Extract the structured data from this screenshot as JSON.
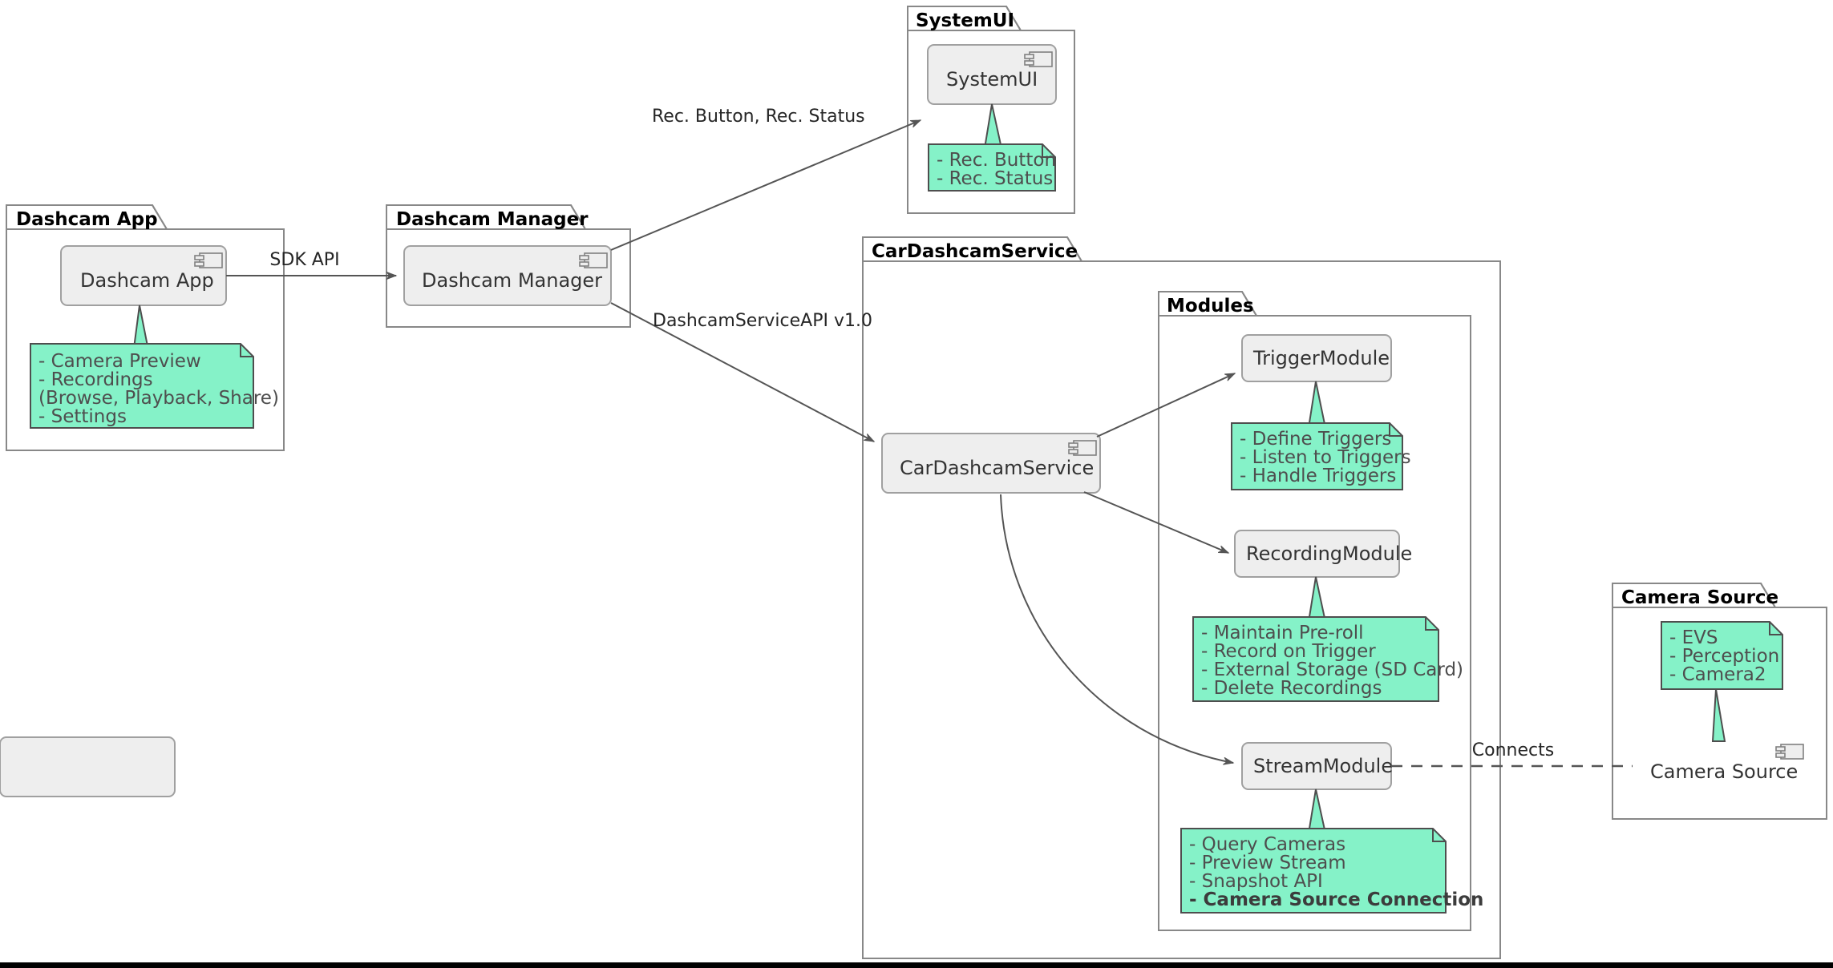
{
  "diagram": {
    "type": "uml-component-diagram",
    "background": "#FFFFFF",
    "colors": {
      "note_fill": "#85F2C8",
      "note_border": "#4E4E4E",
      "note_text": "#4E4E4E",
      "component_fill": "#EEEEEE",
      "component_border": "#A0A0A0",
      "component_text": "#333333",
      "package_border": "#888888",
      "package_title": "#000000",
      "edge_stroke": "#555555",
      "bottom_bar": "#000000"
    },
    "packages": [
      {
        "id": "pkg-dashcam-app",
        "title": "Dashcam App"
      },
      {
        "id": "pkg-dashcam-manager",
        "title": "Dashcam Manager"
      },
      {
        "id": "pkg-systemui",
        "title": "SystemUI"
      },
      {
        "id": "pkg-cardashcamservice",
        "title": "CarDashcamService"
      },
      {
        "id": "pkg-modules",
        "title": "Modules"
      },
      {
        "id": "pkg-camera-source",
        "title": "Camera Source"
      }
    ],
    "components": [
      {
        "id": "comp-dashcam-app",
        "label": "Dashcam App",
        "icon": "uml-component-icon",
        "has_icon": true
      },
      {
        "id": "comp-dashcam-manager",
        "label": "Dashcam Manager",
        "icon": "uml-component-icon",
        "has_icon": true
      },
      {
        "id": "comp-systemui",
        "label": "SystemUI",
        "icon": "uml-component-icon",
        "has_icon": true
      },
      {
        "id": "comp-cardashcamservice",
        "label": "CarDashcamService",
        "icon": "uml-component-icon",
        "has_icon": true
      },
      {
        "id": "comp-triggermodule",
        "label": "TriggerModule",
        "icon": "none",
        "has_icon": false
      },
      {
        "id": "comp-recordingmodule",
        "label": "RecordingModule",
        "icon": "none",
        "has_icon": false
      },
      {
        "id": "comp-streammodule",
        "label": "StreamModule",
        "icon": "none",
        "has_icon": false
      },
      {
        "id": "comp-camera-source",
        "label": "Camera Source",
        "icon": "uml-component-icon",
        "has_icon": true
      }
    ],
    "notes": [
      {
        "id": "note-dashcam-app",
        "attached_to": "comp-dashcam-app",
        "lines": [
          {
            "text": "- Camera Preview",
            "bold": false
          },
          {
            "text": "- Recordings",
            "bold": false
          },
          {
            "text": "  (Browse, Playback, Share)",
            "bold": false
          },
          {
            "text": "- Settings",
            "bold": false
          }
        ]
      },
      {
        "id": "note-systemui",
        "attached_to": "comp-systemui",
        "lines": [
          {
            "text": "- Rec. Button",
            "bold": false
          },
          {
            "text": "- Rec. Status",
            "bold": false
          }
        ]
      },
      {
        "id": "note-triggermodule",
        "attached_to": "comp-triggermodule",
        "lines": [
          {
            "text": "- Define Triggers",
            "bold": false
          },
          {
            "text": "- Listen to Triggers",
            "bold": false
          },
          {
            "text": "- Handle Triggers",
            "bold": false
          }
        ]
      },
      {
        "id": "note-recordingmodule",
        "attached_to": "comp-recordingmodule",
        "lines": [
          {
            "text": "- Maintain Pre-roll",
            "bold": false
          },
          {
            "text": "- Record on Trigger",
            "bold": false
          },
          {
            "text": "- External Storage (SD Card)",
            "bold": false
          },
          {
            "text": "- Delete Recordings",
            "bold": false
          }
        ]
      },
      {
        "id": "note-streammodule",
        "attached_to": "comp-streammodule",
        "lines": [
          {
            "text": "- Query Cameras",
            "bold": false
          },
          {
            "text": "- Preview Stream",
            "bold": false
          },
          {
            "text": "- Snapshot API",
            "bold": false
          },
          {
            "text": "- Camera Source Connection",
            "bold": true
          }
        ]
      },
      {
        "id": "note-camera-source",
        "attached_to": "comp-camera-source",
        "lines": [
          {
            "text": "- EVS",
            "bold": false
          },
          {
            "text": "- Perception",
            "bold": false
          },
          {
            "text": "- Camera2",
            "bold": false
          }
        ]
      }
    ],
    "edges": [
      {
        "id": "edge-sdk-api",
        "label": "SDK API",
        "from": "comp-dashcam-app",
        "to": "comp-dashcam-manager",
        "style": "solid-arrow"
      },
      {
        "id": "edge-rec-button-status",
        "label": "Rec. Button, Rec. Status",
        "from": "comp-dashcam-manager",
        "to": "comp-systemui",
        "style": "solid-arrow"
      },
      {
        "id": "edge-dashcamserviceapi",
        "label": "DashcamServiceAPI v1.0",
        "from": "comp-dashcam-manager",
        "to": "comp-cardashcamservice",
        "style": "solid-arrow"
      },
      {
        "id": "edge-to-triggermodule",
        "label": "",
        "from": "comp-cardashcamservice",
        "to": "comp-triggermodule",
        "style": "solid-arrow"
      },
      {
        "id": "edge-to-recordingmodule",
        "label": "",
        "from": "comp-cardashcamservice",
        "to": "comp-recordingmodule",
        "style": "solid-arrow"
      },
      {
        "id": "edge-to-streammodule",
        "label": "",
        "from": "comp-cardashcamservice",
        "to": "comp-streammodule",
        "style": "solid-arrow"
      },
      {
        "id": "edge-connects",
        "label": "Connects",
        "from": "comp-streammodule",
        "to": "comp-camera-source",
        "style": "dashed"
      }
    ]
  }
}
